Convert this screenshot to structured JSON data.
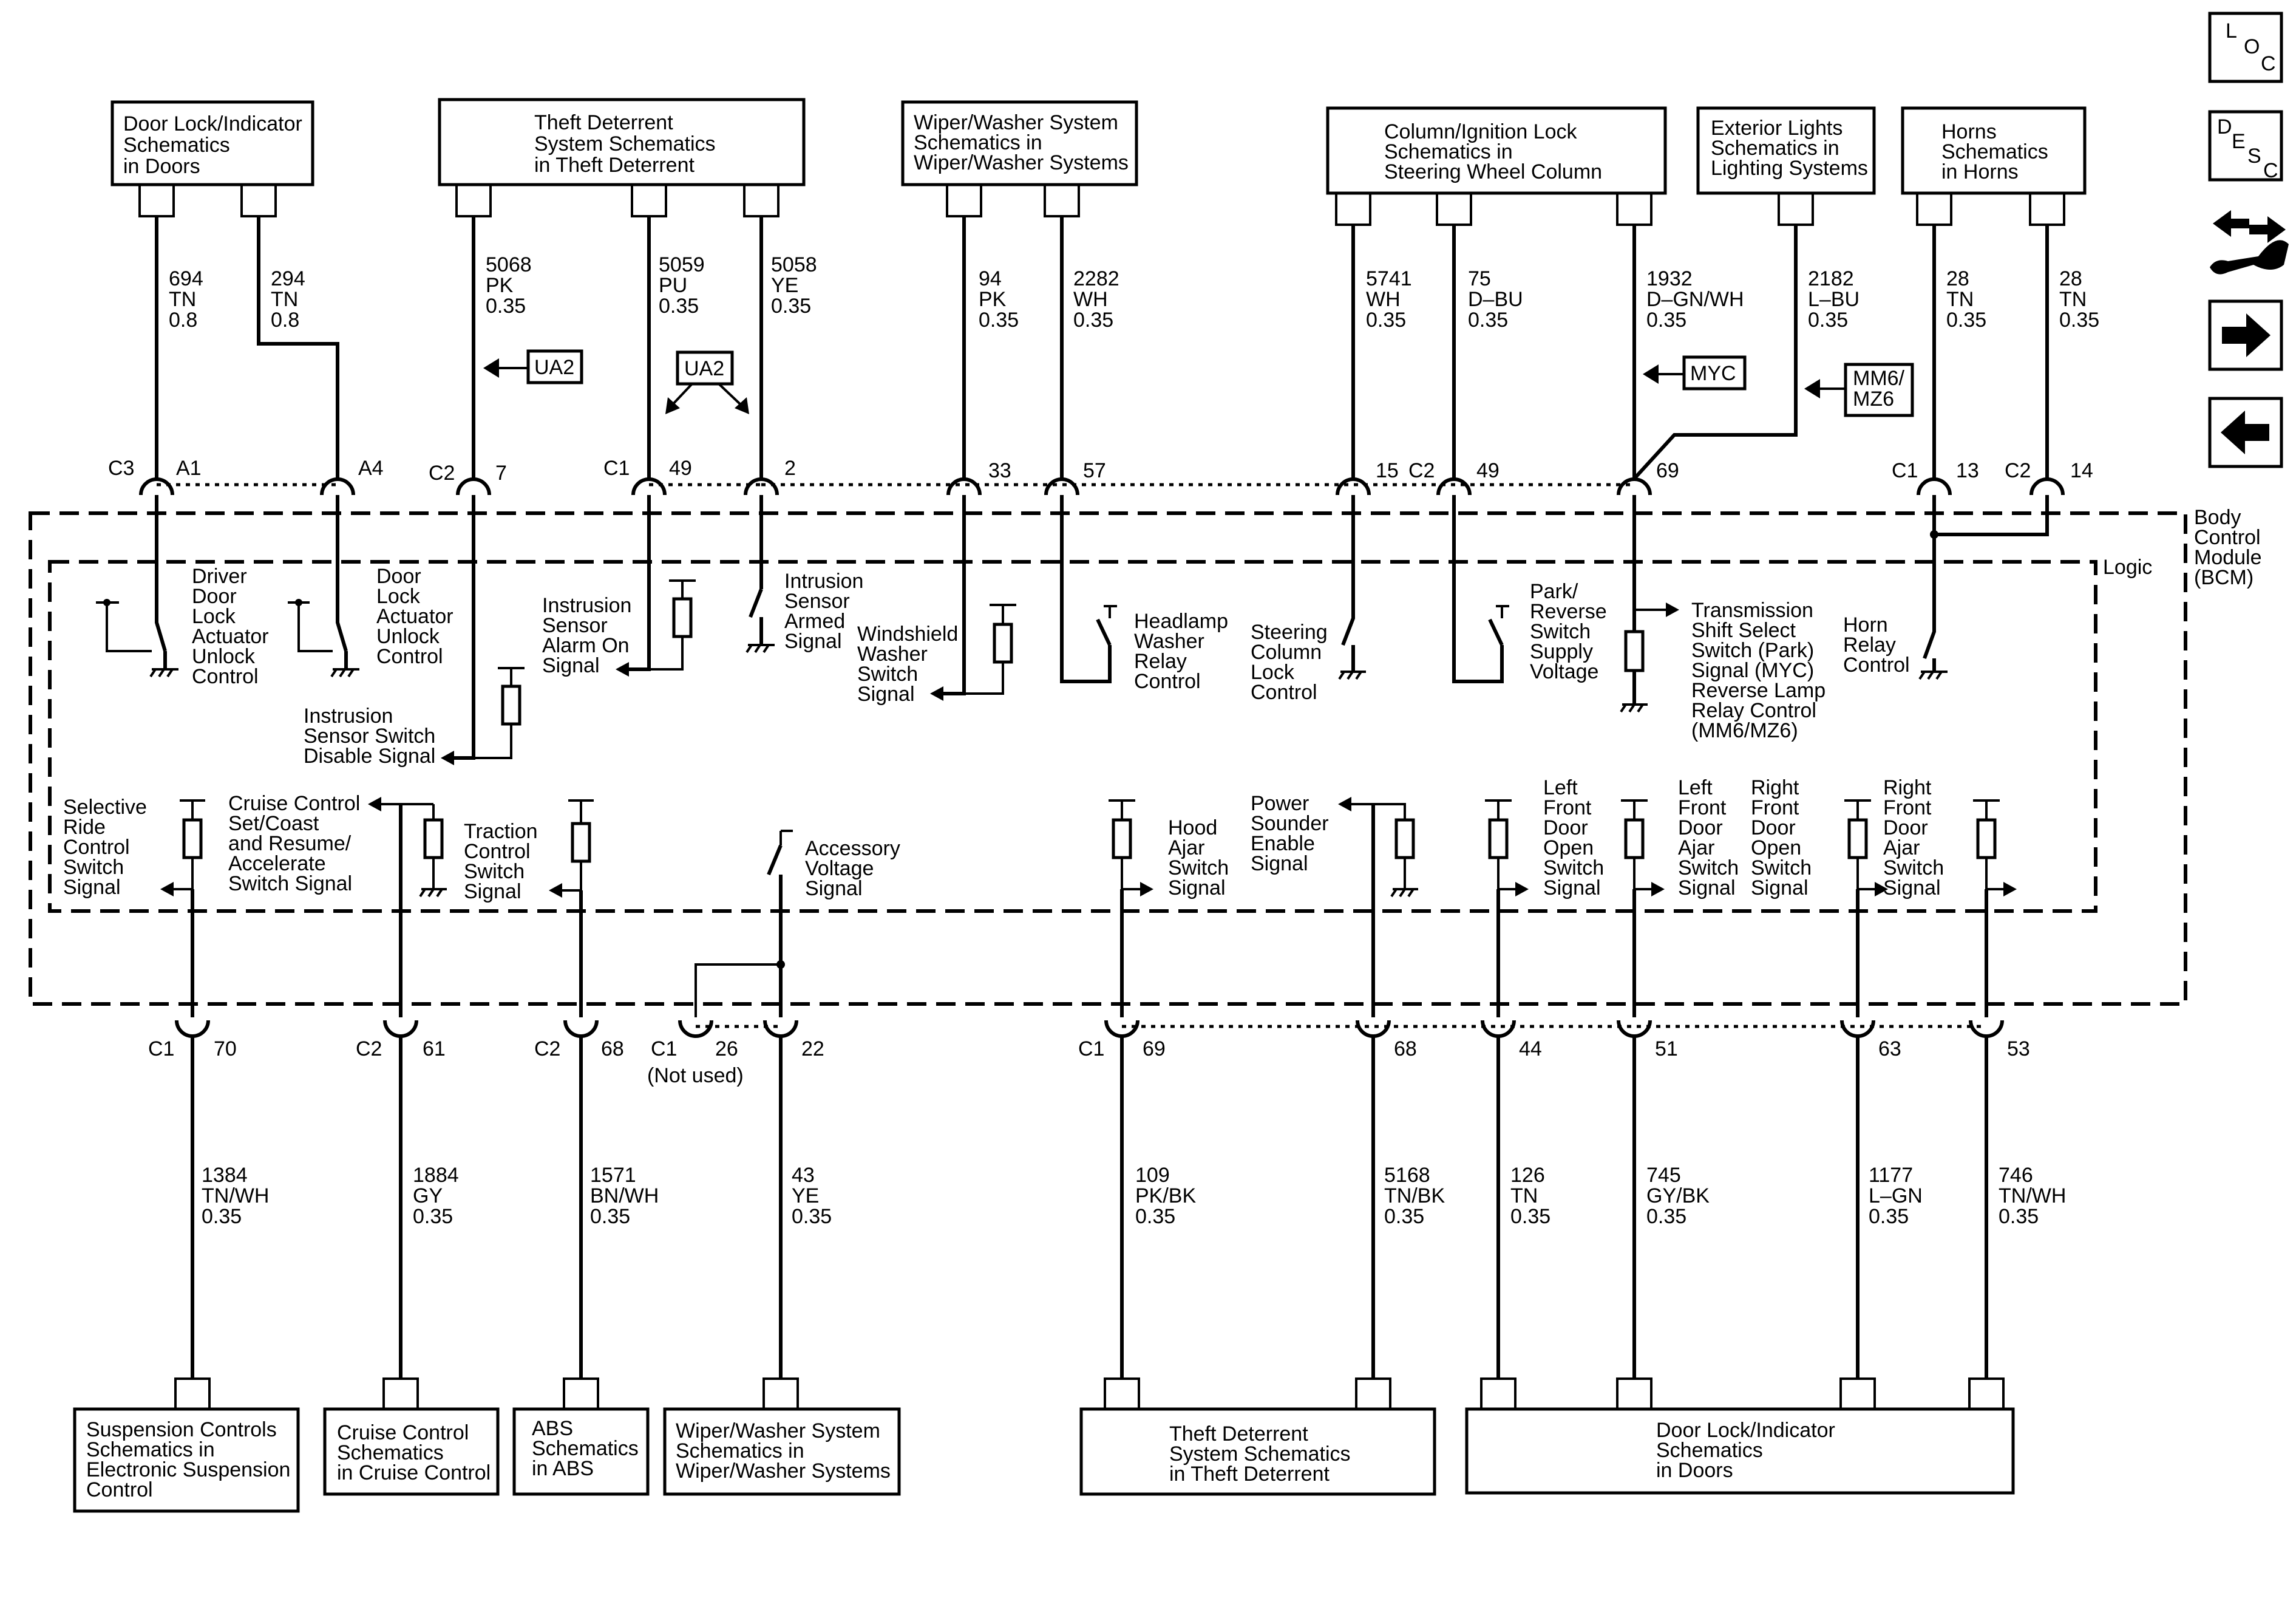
{
  "body_control_module": {
    "name": [
      "Body",
      "Control",
      "Module",
      "(BCM)"
    ],
    "logic_label": "Logic"
  },
  "nav_icons": {
    "loc": [
      "L",
      "O",
      "C"
    ],
    "desc": [
      "D",
      "E",
      "S",
      "C"
    ],
    "items": [
      "service-info-icon",
      "next-arrow-icon",
      "previous-arrow-icon"
    ]
  },
  "top_boxes": {
    "door_lock": [
      "Door Lock/Indicator",
      "Schematics",
      "in Doors"
    ],
    "theft": [
      "Theft Deterrent",
      "System Schematics",
      "in Theft Deterrent"
    ],
    "wiper": [
      "Wiper/Washer System",
      "Schematics in",
      "Wiper/Washer Systems"
    ],
    "column": [
      "Column/Ignition Lock",
      "Schematics in",
      "Steering Wheel Column"
    ],
    "ext_lights": [
      "Exterior Lights",
      "Schematics in",
      "Lighting Systems"
    ],
    "horns": [
      "Horns",
      "Schematics",
      "in Horns"
    ]
  },
  "top_wires": {
    "w694": [
      "694",
      "TN",
      "0.8"
    ],
    "w294": [
      "294",
      "TN",
      "0.8"
    ],
    "w5068": [
      "5068",
      "PK",
      "0.35"
    ],
    "w5059": [
      "5059",
      "PU",
      "0.35"
    ],
    "w5058": [
      "5058",
      "YE",
      "0.35"
    ],
    "w94": [
      "94",
      "PK",
      "0.35"
    ],
    "w2282": [
      "2282",
      "WH",
      "0.35"
    ],
    "w5741": [
      "5741",
      "WH",
      "0.35"
    ],
    "w75": [
      "75",
      "D–BU",
      "0.35"
    ],
    "w1932": [
      "1932",
      "D–GN/WH",
      "0.35"
    ],
    "w2182": [
      "2182",
      "L–BU",
      "0.35"
    ],
    "w28a": [
      "28",
      "TN",
      "0.35"
    ],
    "w28b": [
      "28",
      "TN",
      "0.35"
    ]
  },
  "option_tags": {
    "ua2_a": "UA2",
    "ua2_b": "UA2",
    "myc": "MYC",
    "mm6": [
      "MM6/",
      "MZ6"
    ]
  },
  "top_connectors": {
    "c3": "C3",
    "a1": "A1",
    "a4": "A4",
    "c2": "C2",
    "p7": "7",
    "c1": "C1",
    "p49": "49",
    "p2": "2",
    "p33": "33",
    "p57": "57",
    "p15": "15",
    "c2b": "C2",
    "p49b": "49",
    "p69": "69",
    "c1b": "C1",
    "p13": "13",
    "c2c": "C2",
    "p14": "14"
  },
  "logic_labels": {
    "driver_unlock": [
      "Driver",
      "Door",
      "Lock",
      "Actuator",
      "Unlock",
      "Control"
    ],
    "door_unlock": [
      "Door",
      "Lock",
      "Actuator",
      "Unlock",
      "Control"
    ],
    "intrusion_alarm": [
      "Instrusion",
      "Sensor",
      "Alarm On",
      "Signal"
    ],
    "intrusion_armed": [
      "Intrusion",
      "Sensor",
      "Armed",
      "Signal"
    ],
    "intrusion_disable": [
      "Instrusion",
      "Sensor Switch",
      "Disable Signal"
    ],
    "windshield": [
      "Windshield",
      "Washer",
      "Switch",
      "Signal"
    ],
    "headlamp": [
      "Headlamp",
      "Washer",
      "Relay",
      "Control"
    ],
    "steering_lock": [
      "Steering",
      "Column",
      "Lock",
      "Control"
    ],
    "park_reverse": [
      "Park/",
      "Reverse",
      "Switch",
      "Supply",
      "Voltage"
    ],
    "transmission": [
      "Transmission",
      "Shift Select",
      "Switch (Park)",
      "Signal (MYC)",
      "Reverse Lamp",
      "Relay Control",
      "(MM6/MZ6)"
    ],
    "horn_relay": [
      "Horn",
      "Relay",
      "Control"
    ],
    "selective_ride": [
      "Selective",
      "Ride",
      "Control",
      "Switch",
      "Signal"
    ],
    "cruise": [
      "Cruise Control",
      "Set/Coast",
      "and Resume/",
      "Accelerate",
      "Switch Signal"
    ],
    "traction": [
      "Traction",
      "Control",
      "Switch",
      "Signal"
    ],
    "accessory": [
      "Accessory",
      "Voltage",
      "Signal"
    ],
    "hood": [
      "Hood",
      "Ajar",
      "Switch",
      "Signal"
    ],
    "power_sounder": [
      "Power",
      "Sounder",
      "Enable",
      "Signal"
    ],
    "lf_open": [
      "Left",
      "Front",
      "Door",
      "Open",
      "Switch",
      "Signal"
    ],
    "lf_ajar": [
      "Left",
      "Front",
      "Door",
      "Ajar",
      "Switch",
      "Signal"
    ],
    "rf_open": [
      "Right",
      "Front",
      "Door",
      "Open",
      "Switch",
      "Signal"
    ],
    "rf_ajar": [
      "Right",
      "Front",
      "Door",
      "Ajar",
      "Switch",
      "Signal"
    ]
  },
  "bottom_connectors": {
    "c1": "C1",
    "p70": "70",
    "c2": "C2",
    "p61": "61",
    "c2b": "C2",
    "p68": "68",
    "c1b": "C1",
    "p26": "26",
    "not_used": "(Not used)",
    "p22": "22",
    "c1c": "C1",
    "p69": "69",
    "p68b": "68",
    "p44": "44",
    "p51": "51",
    "p63": "63",
    "p53": "53"
  },
  "bottom_wires": {
    "w1384": [
      "1384",
      "TN/WH",
      "0.35"
    ],
    "w1884": [
      "1884",
      "GY",
      "0.35"
    ],
    "w1571": [
      "1571",
      "BN/WH",
      "0.35"
    ],
    "w43": [
      "43",
      "YE",
      "0.35"
    ],
    "w109": [
      "109",
      "PK/BK",
      "0.35"
    ],
    "w5168": [
      "5168",
      "TN/BK",
      "0.35"
    ],
    "w126": [
      "126",
      "TN",
      "0.35"
    ],
    "w745": [
      "745",
      "GY/BK",
      "0.35"
    ],
    "w1177": [
      "1177",
      "L–GN",
      "0.35"
    ],
    "w746": [
      "746",
      "TN/WH",
      "0.35"
    ]
  },
  "bottom_boxes": {
    "suspension": [
      "Suspension Controls",
      "Schematics in",
      "Electronic Suspension",
      "Control"
    ],
    "cruise": [
      "Cruise Control",
      "Schematics",
      "in Cruise Control"
    ],
    "abs": [
      "ABS",
      "Schematics",
      "in ABS"
    ],
    "wiper": [
      "Wiper/Washer System",
      "Schematics in",
      "Wiper/Washer Systems"
    ],
    "theft": [
      "Theft Deterrent",
      "System Schematics",
      "in Theft Deterrent"
    ],
    "door_lock": [
      "Door Lock/Indicator",
      "Schematics",
      "in Doors"
    ]
  }
}
